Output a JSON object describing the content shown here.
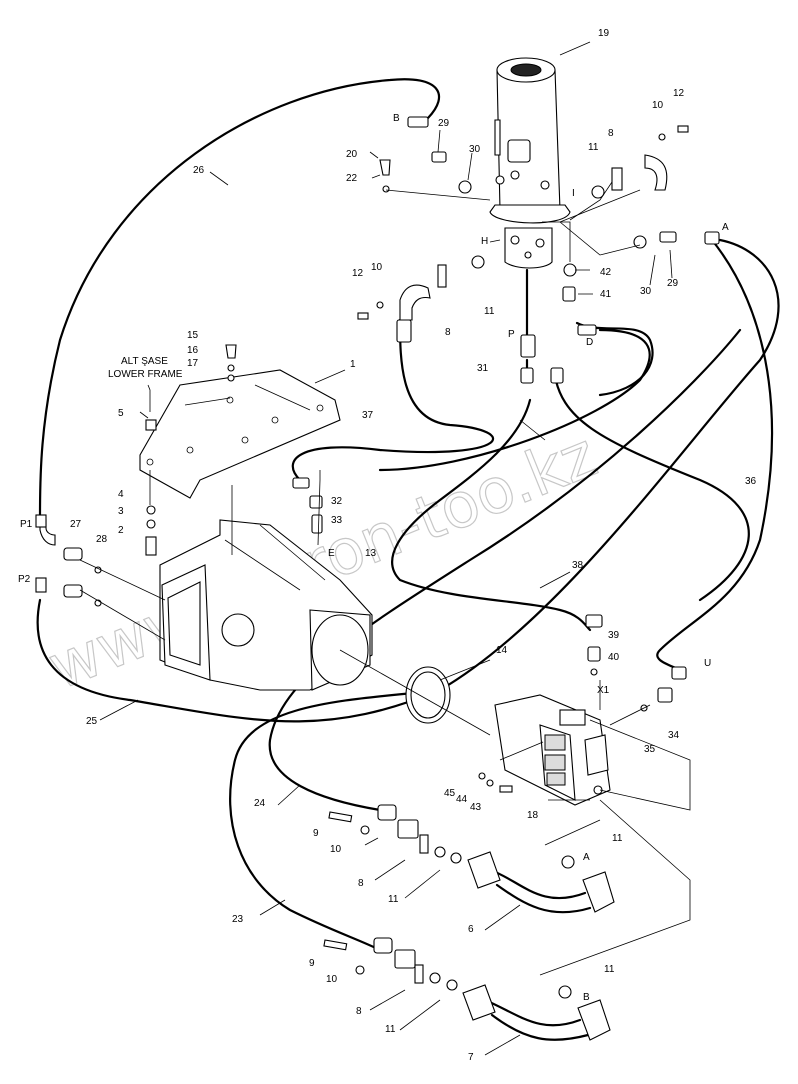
{
  "labels": {
    "n1": "1",
    "n2": "2",
    "n3": "3",
    "n4": "4",
    "n5": "5",
    "n6": "6",
    "n7": "7",
    "n8a": "8",
    "n8b": "8",
    "n8c": "8",
    "n8d": "8",
    "n9a": "9",
    "n9b": "9",
    "n10a": "10",
    "n10b": "10",
    "n10c": "10",
    "n10d": "10",
    "n11a": "11",
    "n11b": "11",
    "n11c": "11",
    "n11d": "11",
    "n11e": "11",
    "n11f": "11",
    "n12a": "12",
    "n12b": "12",
    "n13": "13",
    "n14": "14",
    "n15": "15",
    "n16": "16",
    "n17": "17",
    "n18": "18",
    "n19": "19",
    "n20": "20",
    "n22": "22",
    "n23": "23",
    "n24": "24",
    "n25": "25",
    "n26": "26",
    "n27": "27",
    "n28": "28",
    "n29a": "29",
    "n29b": "29",
    "n30a": "30",
    "n30b": "30",
    "n31": "31",
    "n32": "32",
    "n33": "33",
    "n34": "34",
    "n35": "35",
    "n36": "36",
    "n37": "37",
    "n38": "38",
    "n39": "39",
    "n40": "40",
    "n41": "41",
    "n42": "42",
    "n43": "43",
    "n44": "44",
    "n45": "45",
    "port_A1": "A",
    "port_A2": "A",
    "port_B1": "B",
    "port_B2": "B",
    "port_H": "H",
    "port_I": "I",
    "port_P": "P",
    "port_D": "D",
    "port_E": "E",
    "port_U": "U",
    "port_X1": "X1",
    "port_P1": "P1",
    "port_P2": "P2",
    "alt_sase": "ALT ŞASE",
    "lower_frame": "LOWER FRAME"
  },
  "watermark": "www.silhron-too.kz"
}
